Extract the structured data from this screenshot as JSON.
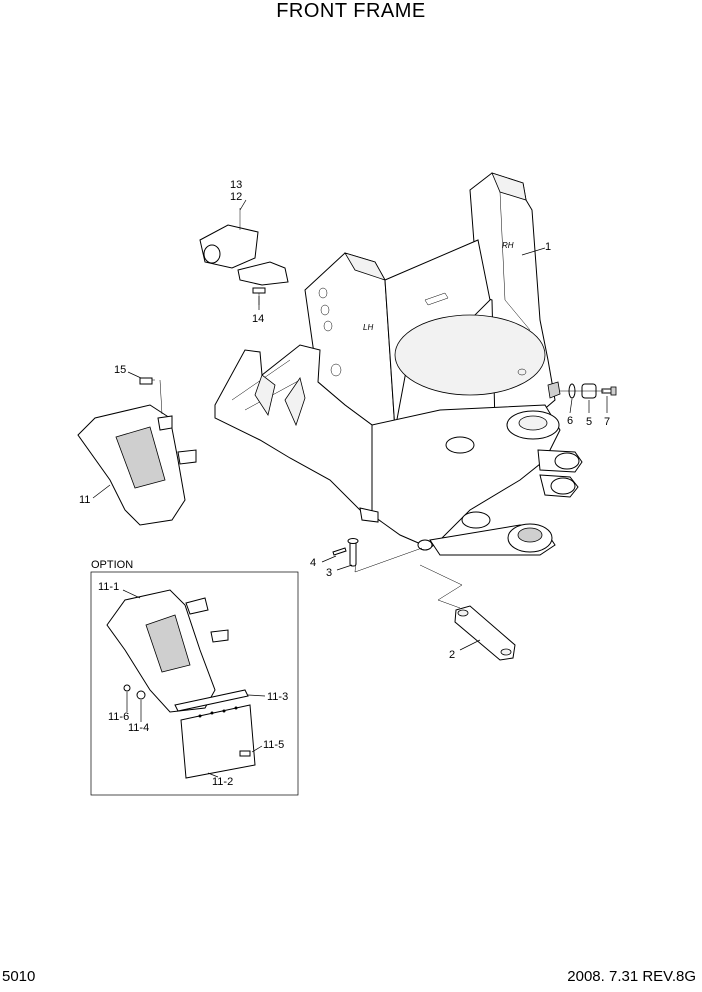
{
  "title": "FRONT FRAME",
  "page_number": "5010",
  "revision": "2008. 7.31  REV.8G",
  "option_box_title": "OPTION",
  "frame_marks": {
    "right_side": "RH",
    "left_side": "LH"
  },
  "callouts": {
    "c1": "1",
    "c2": "2",
    "c3": "3",
    "c4": "4",
    "c5": "5",
    "c6": "6",
    "c7": "7",
    "c11": "11",
    "c12": "12",
    "c13": "13",
    "c14": "14",
    "c15": "15",
    "c11_1": "11-1",
    "c11_2": "11-2",
    "c11_3": "11-3",
    "c11_4": "11-4",
    "c11_5": "11-5",
    "c11_6": "11-6"
  }
}
